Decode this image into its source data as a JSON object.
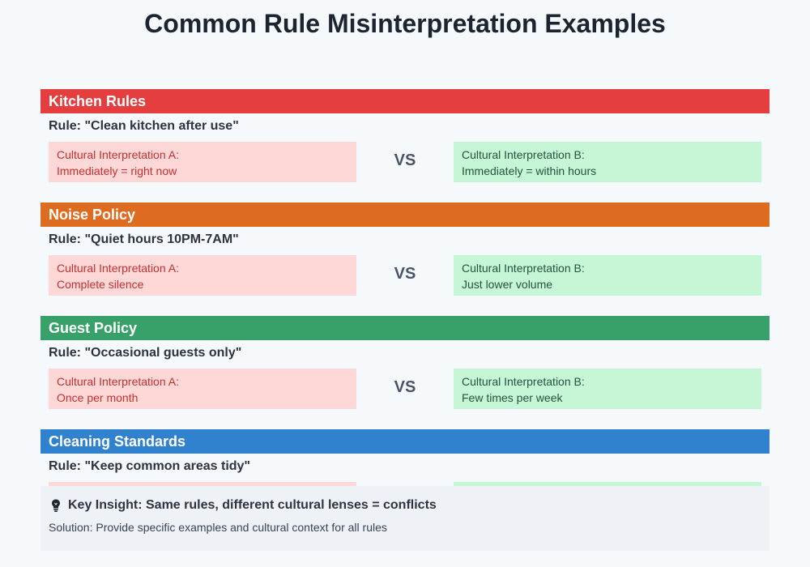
{
  "title": "Common Rule Misinterpretation Examples",
  "vs_label": "VS",
  "sections": [
    {
      "heading": "Kitchen Rules",
      "color": "#e53e3e",
      "rule": "Rule: \"Clean kitchen after use\"",
      "a": {
        "label": "Cultural Interpretation A:",
        "text": "Immediately = right now"
      },
      "b": {
        "label": "Cultural Interpretation B:",
        "text": "Immediately = within hours"
      }
    },
    {
      "heading": "Noise Policy",
      "color": "#dd6b20",
      "rule": "Rule: \"Quiet hours 10PM-7AM\"",
      "a": {
        "label": "Cultural Interpretation A:",
        "text": "Complete silence"
      },
      "b": {
        "label": "Cultural Interpretation B:",
        "text": "Just lower volume"
      }
    },
    {
      "heading": "Guest Policy",
      "color": "#38a169",
      "rule": "Rule: \"Occasional guests only\"",
      "a": {
        "label": "Cultural Interpretation A:",
        "text": "Once per month"
      },
      "b": {
        "label": "Cultural Interpretation B:",
        "text": "Few times per week"
      }
    },
    {
      "heading": "Cleaning Standards",
      "color": "#3182ce",
      "rule": "Rule: \"Keep common areas tidy\""
    }
  ],
  "insight": {
    "icon": "lightbulb-icon",
    "heading": "Key Insight: Same rules, different cultural lenses = conflicts",
    "body": "Solution: Provide specific examples and cultural context for all rules"
  }
}
